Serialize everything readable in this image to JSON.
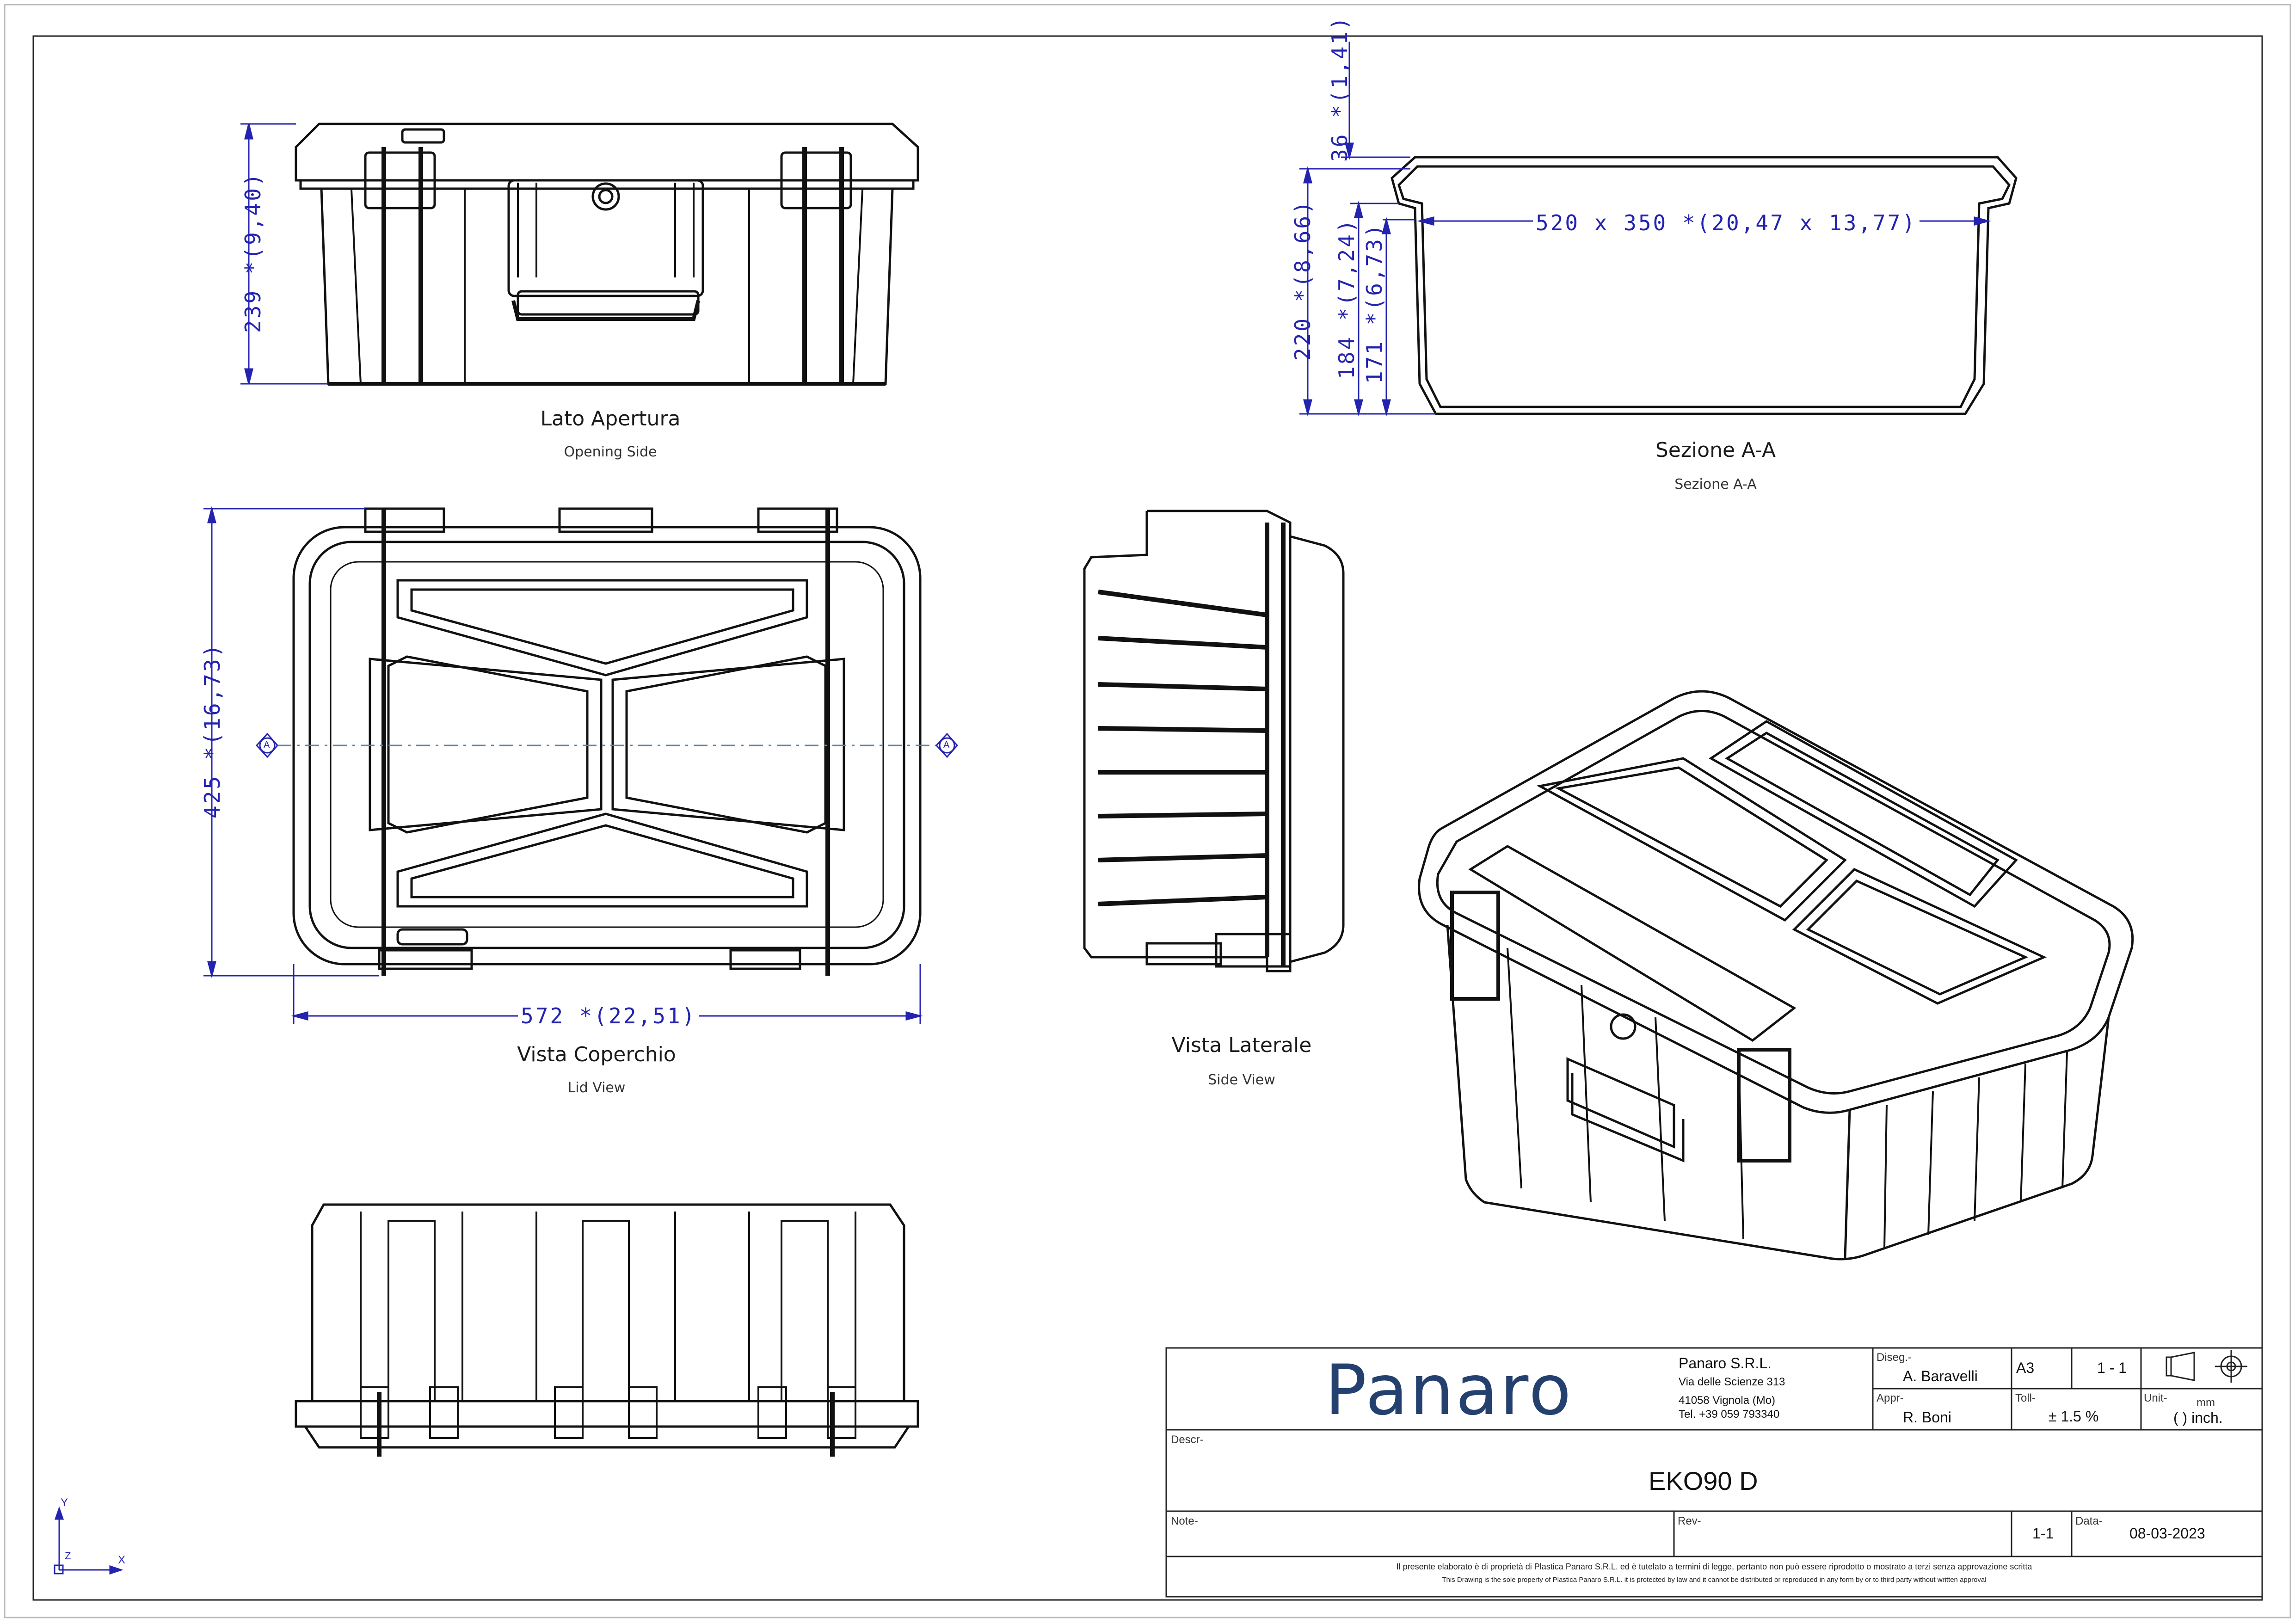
{
  "views": {
    "opening_side": {
      "title": "Lato Apertura",
      "subtitle": "Opening Side"
    },
    "section": {
      "title": "Sezione A-A",
      "subtitle": "Sezione A-A"
    },
    "lid": {
      "title": "Vista Coperchio",
      "subtitle": "Lid View"
    },
    "side": {
      "title": "Vista Laterale",
      "subtitle": "Side View"
    }
  },
  "dimensions": {
    "height_front": "239 *(9,40)",
    "lid_thickness": "36 *(1,41)",
    "inner_size": "520 x 350 *(20,47 x 13,77)",
    "section_total": "220 *(8,66)",
    "section_mid": "184 *(7,24)",
    "section_inner": "171 *(6,73)",
    "lid_depth": "425 *(16,73)",
    "lid_width": "572 *(22,51)"
  },
  "section_marker": "A",
  "axes": {
    "x": "X",
    "y": "Y",
    "z": "Z"
  },
  "title_block": {
    "logo": "Panaro",
    "company": "Panaro S.R.L.",
    "address1": "Via delle Scienze 313",
    "address2": "41058 Vignola (Mo)",
    "phone": "Tel. +39 059 793340",
    "drawn_label": "Diseg.-",
    "drawn_by": "A. Baravelli",
    "appr_label": "Appr-",
    "appr_by": "R. Boni",
    "format": "A3",
    "scale": "1 - 1",
    "toll_label": "Toll-",
    "toll": "± 1.5 %",
    "unit_label": "Unit-",
    "unit_mm": "mm",
    "unit_inch": "( ) inch.",
    "descr_label": "Descr-",
    "part_name": "EKO90 D",
    "note_label": "Note-",
    "rev_label": "Rev-",
    "rev": "1-1",
    "date_label": "Data-",
    "date": "08-03-2023",
    "notice_it": "Il presente elaborato è di proprietà di Plastica Panaro S.R.L. ed è tutelato a termini di legge, pertanto non può essere riprodotto o mostrato a terzi senza approvazione scritta",
    "notice_en": "This Drawing is the sole property of Plastica Panaro S.R.L. it is protected by law and it cannot be distributed or reproduced in any form by or to third party without written approval"
  }
}
